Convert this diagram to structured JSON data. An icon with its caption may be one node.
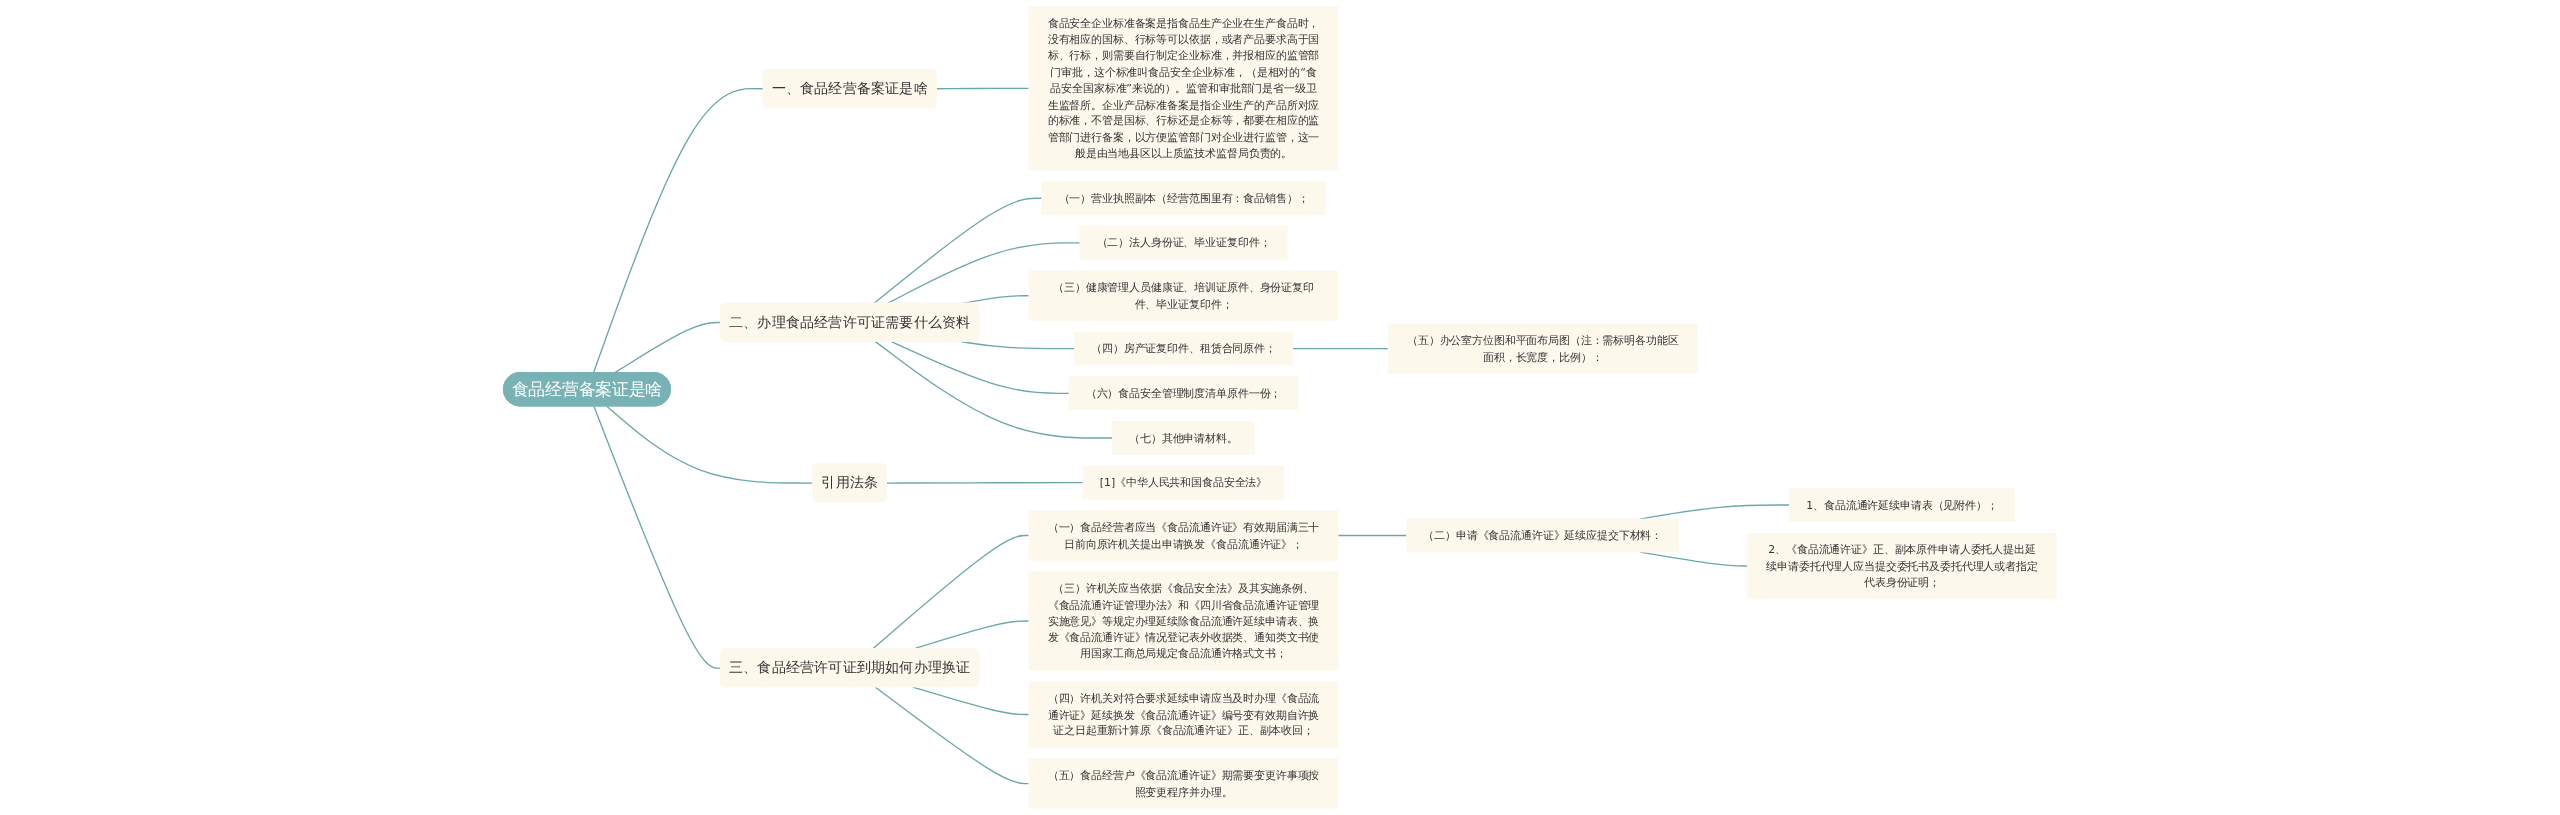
{
  "diagram": {
    "nodes": [
      {
        "text": [
          "食品经营备案证是啥"
        ]
      },
      {
        "text": [
          "一、食品经营备案证是啥"
        ]
      },
      {
        "text": [
          "食品安全企业标准备案是指食品生产企业在生产食品时，没有相应的国标、行标等可以依据，或者产品要求高于国标、行标，则需要自行制定企业标准，并报相应的监管部门审批，这个标准叫食品安全企业标准，（是相对的“食品安全国家标准”来说的）。监管和审批部门是省一级卫生监督所。企业产品标准备案是指企业生产的产品所对应的标准，不管是国标、行标还是企标等，都要在相应的监管部门进行备案，以方便监管部门对企业进行监管，这一般是由当地县区以上质监技术监督局负责的。"
        ]
      },
      {
        "text": [
          "二、办理食品经营许可证需要什么资料"
        ]
      },
      {
        "text": [
          "（一）营业执照副本（经营范围里有：食品销售）；"
        ]
      },
      {
        "text": [
          "（二）法人身份证、毕业证复印件；"
        ]
      },
      {
        "text": [
          "（三）健康管理人员健康证、培训证原件、身份证复印件、毕业证复印件；"
        ]
      },
      {
        "text": [
          "（四）房产证复印件、租赁合同原件；"
        ]
      },
      {
        "text": [
          "（五）办公室方位图和平面布局图（注：需标明各功能区面积，长宽度，比例）："
        ]
      },
      {
        "text": [
          "（六）食品安全管理制度清单原件一份；"
        ]
      },
      {
        "text": [
          "（七）其他申请材料。"
        ]
      },
      {
        "text": [
          "引用法条"
        ]
      },
      {
        "text": [
          "[1]《中华人民共和国食品安全法》"
        ]
      },
      {
        "text": [
          "三、食品经营许可证到期如何办理换证"
        ]
      },
      {
        "text": [
          "（一）食品经营者应当《食品流通许证》有效期届满三十日前向原许机关提出申请换发《食品流通许证》；"
        ]
      },
      {
        "text": [
          "（二）申请《食品流通许证》延续应提交下材料："
        ]
      },
      {
        "text": [
          "1、食品流通许延续申请表（见附件）；"
        ]
      },
      {
        "text": [
          "2、《食品流通许证》正、副本原件申请人委托人提出延续申请委托代理人应当提交委托书及委托代理人或者指定代表身份证明；"
        ]
      },
      {
        "text": [
          "（三）许机关应当依据《食品安全法》及其实施条例、《食品流通许证管理办法》和《四川省食品流通许证管理实施意见》等规定办理延续除食品流通许延续申请表、换发《食品流通许证》情况登记表外收据类、通知类文书使用国家工商总局规定食品流通许格式文书；"
        ]
      },
      {
        "text": [
          "（四）许机关对符合要求延续申请应当及时办理《食品流通许证》延续换发《食品流通许证》编号变有效期自许换证之日起重新计算原《食品流通许证》正、副本收回；"
        ]
      },
      {
        "text": [
          "（五）食品经营户《食品流通许证》期需要变更许事项按照变更程序并办理。"
        ]
      }
    ],
    "edges": [
      {
        "from": 0,
        "to": 1,
        "arrow": "none"
      },
      {
        "from": 1,
        "to": 2,
        "arrow": "none"
      },
      {
        "from": 0,
        "to": 3,
        "arrow": "none"
      },
      {
        "from": 3,
        "to": 4,
        "arrow": "none"
      },
      {
        "from": 3,
        "to": 5,
        "arrow": "none"
      },
      {
        "from": 3,
        "to": 6,
        "arrow": "none"
      },
      {
        "from": 3,
        "to": 7,
        "arrow": "none"
      },
      {
        "from": 7,
        "to": 8,
        "arrow": "none"
      },
      {
        "from": 3,
        "to": 9,
        "arrow": "none"
      },
      {
        "from": 3,
        "to": 10,
        "arrow": "none"
      },
      {
        "from": 0,
        "to": 11,
        "arrow": "none"
      },
      {
        "from": 11,
        "to": 12,
        "arrow": "none"
      },
      {
        "from": 0,
        "to": 13,
        "arrow": "none"
      },
      {
        "from": 13,
        "to": 14,
        "arrow": "none"
      },
      {
        "from": 14,
        "to": 15,
        "arrow": "none"
      },
      {
        "from": 15,
        "to": 16,
        "arrow": "none"
      },
      {
        "from": 15,
        "to": 17,
        "arrow": "none"
      },
      {
        "from": 13,
        "to": 18,
        "arrow": "none"
      },
      {
        "from": 13,
        "to": 19,
        "arrow": "none"
      },
      {
        "from": 13,
        "to": 20,
        "arrow": "none"
      }
    ]
  }
}
